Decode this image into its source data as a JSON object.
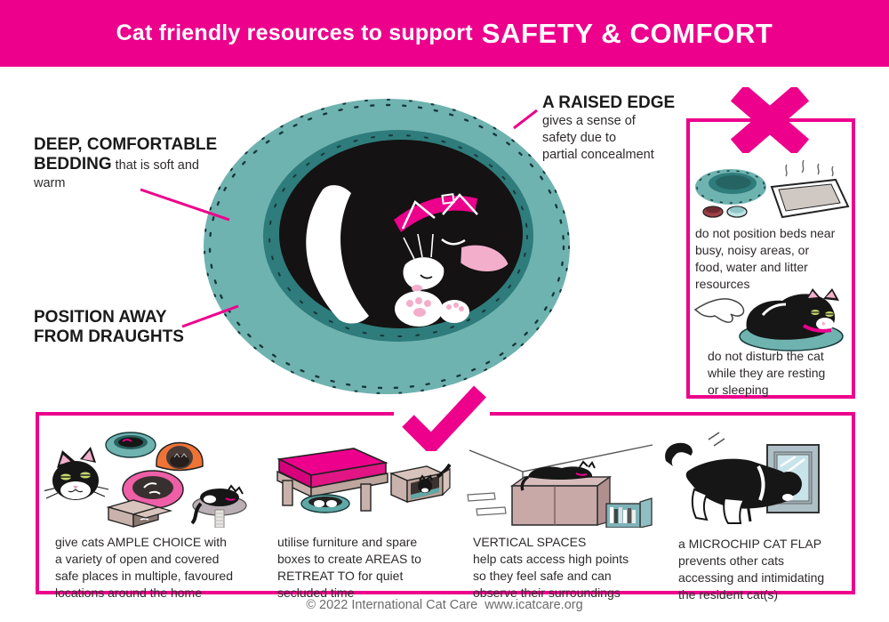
{
  "colors": {
    "brand_pink": "#EC008C",
    "teal": "#6FB3B0",
    "teal_dark": "#2F7C7C",
    "ink": "#141212",
    "body_text": "#2E2A2B",
    "footer_grey": "#6B6B6B"
  },
  "header": {
    "title_prefix": "Cat friendly resources to support",
    "title_emphasis": "SAFETY & COMFORT"
  },
  "bed_diagram": {
    "raised_edge": {
      "title": "A RAISED EDGE",
      "body": "gives a sense of\nsafety due to\npartial concealment"
    },
    "bedding": {
      "title": "DEEP, COMFORTABLE BEDDING",
      "body": " that is soft and\nwarm"
    },
    "draughts": {
      "title": "POSITION AWAY\nFROM DRAUGHTS"
    }
  },
  "dont_panel": {
    "items": [
      {
        "illustration": "bed-near-food-and-litter",
        "text": "do not position beds near\nbusy, noisy areas, or\nfood, water and litter\nresources"
      },
      {
        "illustration": "hand-disturbing-resting-cat",
        "text": "do not disturb the cat\nwhile they are resting\nor sleeping"
      }
    ]
  },
  "do_panel": {
    "items": [
      {
        "illustration": "variety-of-beds-and-hideaways",
        "text": "give cats AMPLE CHOICE with\na variety of open and covered\nsafe places in multiple, favoured\nlocations around the home"
      },
      {
        "illustration": "furniture-and-box-retreats",
        "text": "utilise furniture and spare\nboxes to create AREAS to\nRETREAT TO for quiet\nsecluded time"
      },
      {
        "illustration": "cat-on-high-furniture",
        "text": "VERTICAL SPACES\nhelp cats access high points\nso they feel safe and can\nobserve their surroundings"
      },
      {
        "illustration": "microchip-cat-flap",
        "text": "a MICROCHIP CAT FLAP\nprevents other cats\naccessing and intimidating\nthe resident cat(s)"
      }
    ]
  },
  "footer": {
    "credit": "© 2022 International Cat Care  www.icatcare.org"
  }
}
